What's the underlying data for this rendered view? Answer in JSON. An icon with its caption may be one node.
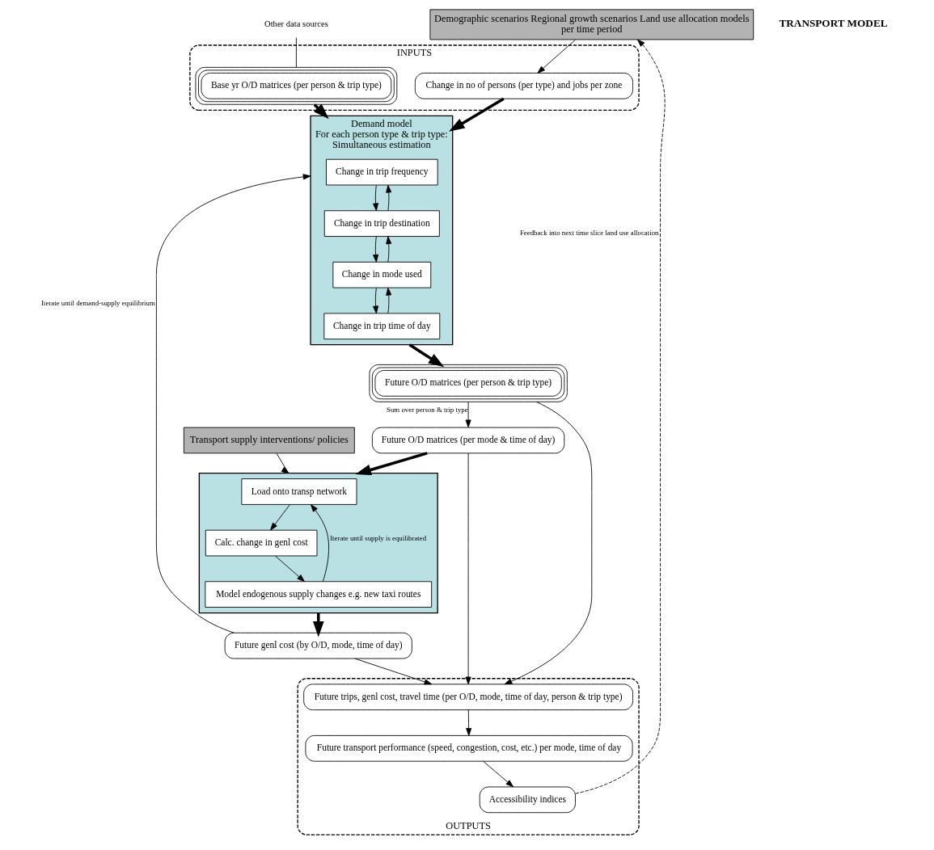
{
  "diagram": {
    "nodes": [
      {
        "text": [
          "Demographic scenarios Regional growth scenarios Land use allocation models",
          "per time period"
        ]
      },
      {
        "text": [
          "INPUTS"
        ]
      },
      {
        "text": [
          "Base yr O/D matrices (per person & trip type)"
        ],
        "in": 1
      },
      {
        "text": [
          "Change in no of persons (per type) and jobs per zone"
        ],
        "in": 1
      },
      {
        "text": [
          "Demand model",
          "For each person type & trip type:",
          "Simultaneous estimation"
        ]
      },
      {
        "text": [
          "Change in trip frequency"
        ],
        "in": 4
      },
      {
        "text": [
          "Change in trip destination"
        ],
        "in": 4
      },
      {
        "text": [
          "Change in mode used"
        ],
        "in": 4
      },
      {
        "text": [
          "Change in trip time of day"
        ],
        "in": 4
      },
      {
        "text": [
          "OUTPUTS"
        ]
      },
      {
        "text": [
          "Accessibility indices"
        ],
        "in": 9
      },
      {
        "text": [
          "Future transport performance (speed, congestion, cost, etc.) per mode, time of day"
        ],
        "in": 9
      },
      {
        "text": [
          "Future trips, genl cost, travel time (per O/D, mode, time of day, person & trip type)"
        ],
        "in": 9
      },
      {
        "text": [
          "Future O/D matrices (per mode & time of day)"
        ]
      },
      {
        "text": [
          "Future O/D matrices (per person & trip type)"
        ]
      },
      {
        "text": [
          "Future genl cost (by O/D, mode, time of day)"
        ]
      },
      {
        "text": [],
        "shape": "box"
      },
      {
        "text": [
          "Load onto transp network"
        ],
        "in": 16
      },
      {
        "text": [
          "Calc. change in genl cost"
        ],
        "in": 16
      },
      {
        "text": [
          "Model endogenous supply changes e.g. new taxi routes"
        ],
        "in": 16
      },
      {
        "text": [
          "Transport supply interventions/ policies"
        ]
      },
      {
        "text": [
          "Other data sources"
        ]
      }
    ],
    "edges": [
      {
        "from": 21,
        "to": 2,
        "arrow": "none"
      },
      {
        "from": 0,
        "to": 3,
        "arrow": "to"
      },
      {
        "from": 2,
        "to": 4,
        "arrow": "to",
        "style": "thick"
      },
      {
        "from": 3,
        "to": 4,
        "arrow": "to",
        "style": "thick"
      },
      {
        "from": 5,
        "to": 6,
        "arrow": "to"
      },
      {
        "from": 6,
        "to": 5,
        "arrow": "to"
      },
      {
        "from": 6,
        "to": 7,
        "arrow": "to"
      },
      {
        "from": 7,
        "to": 6,
        "arrow": "to"
      },
      {
        "from": 7,
        "to": 8,
        "arrow": "to"
      },
      {
        "from": 8,
        "to": 7,
        "arrow": "to"
      },
      {
        "from": 4,
        "to": 14,
        "arrow": "to",
        "style": "thick"
      },
      {
        "from": 14,
        "to": 13,
        "arrow": "to",
        "label": "Sum over person & trip type"
      },
      {
        "from": 13,
        "to": 12,
        "arrow": "to"
      },
      {
        "from": 14,
        "to": 12,
        "arrow": "to"
      },
      {
        "from": 15,
        "to": 12,
        "arrow": "to"
      },
      {
        "from": 12,
        "to": 11,
        "arrow": "to"
      },
      {
        "from": 11,
        "to": 10,
        "arrow": "to"
      },
      {
        "from": 10,
        "to": 0,
        "arrow": "to",
        "style": "dashed",
        "label": "Feedback into next time slice land use allocation"
      },
      {
        "from": 13,
        "to": 16,
        "arrow": "to",
        "style": "thick"
      },
      {
        "from": 16,
        "to": 15,
        "arrow": "to",
        "style": "thick"
      },
      {
        "from": 15,
        "to": 4,
        "arrow": "to",
        "label": "Iterate until demand-supply equilibrium"
      },
      {
        "from": 20,
        "to": 16,
        "arrow": "to"
      },
      {
        "from": 17,
        "to": 18,
        "arrow": "to"
      },
      {
        "from": 18,
        "to": 19,
        "arrow": "to"
      },
      {
        "from": 19,
        "to": 17,
        "arrow": "to",
        "label": "Iterate until supply is equilibrated"
      }
    ],
    "labels": [
      "TRANSPORT MODEL"
    ]
  }
}
